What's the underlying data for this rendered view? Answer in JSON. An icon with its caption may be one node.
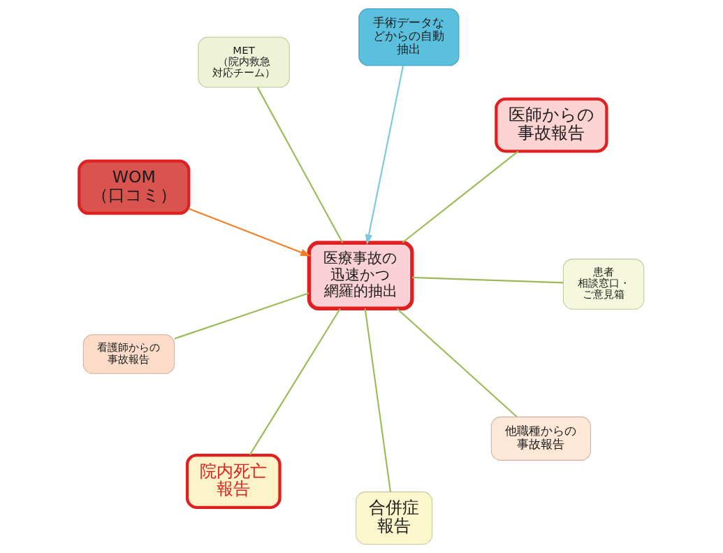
{
  "diagram": {
    "nodes": [
      {
        "text": [
          "WOM",
          "（口コミ）"
        ]
      },
      {
        "text": [
          "医師からの事故報告"
        ]
      },
      {
        "text": [
          "合併症報告"
        ]
      },
      {
        "text": [
          "手術データなどからの自動抽出"
        ]
      },
      {
        "text": [
          "医療事故の迅速かつ網羅的抽出"
        ]
      },
      {
        "text": [
          "MET",
          "（院内救急対応チーム）"
        ]
      },
      {
        "text": [
          "看護師からの事故報告"
        ]
      },
      {
        "text": [
          "患者相談窓口・ご意見箱"
        ]
      },
      {
        "text": [
          "院内死亡報告"
        ]
      },
      {
        "text": [
          "他職種からの事故報告"
        ]
      }
    ],
    "edges": [
      {
        "from": 0,
        "to": 4,
        "arrow": "to",
        "color": "#f07f28"
      },
      {
        "from": 3,
        "to": 4,
        "arrow": "to",
        "color": "#7ec8dc"
      },
      {
        "from": 4,
        "to": 1,
        "arrow": "none"
      },
      {
        "from": 4,
        "to": 2,
        "arrow": "none"
      },
      {
        "from": 4,
        "to": 5,
        "arrow": "none"
      },
      {
        "from": 4,
        "to": 6,
        "arrow": "none"
      },
      {
        "from": 4,
        "to": 7,
        "arrow": "none"
      },
      {
        "from": 4,
        "to": 8,
        "arrow": "none"
      },
      {
        "from": 4,
        "to": 9,
        "arrow": "none"
      }
    ]
  }
}
